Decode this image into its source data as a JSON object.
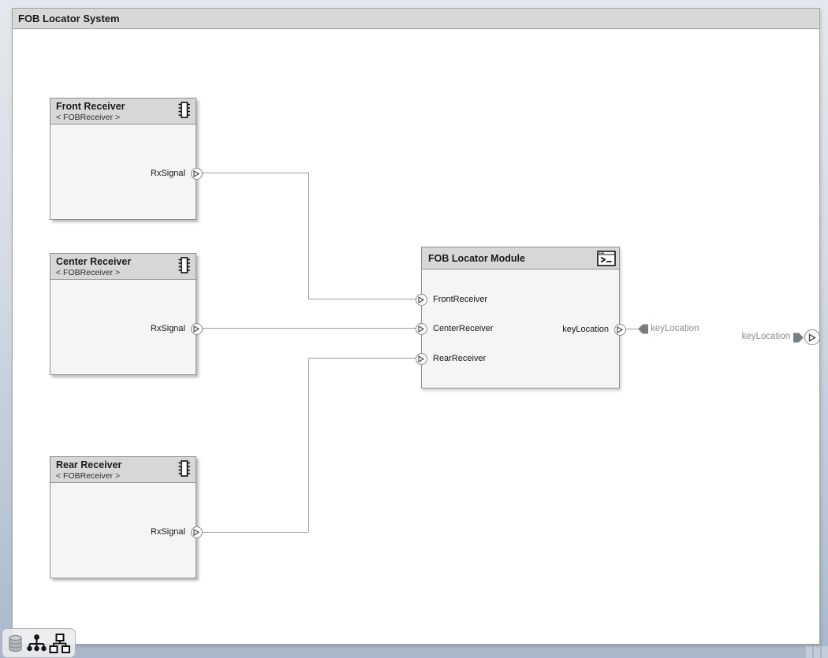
{
  "window": {
    "title": "FOB Locator System"
  },
  "diagram": {
    "components": [
      {
        "title": "Front Receiver",
        "stereotype": "< FOBReceiver >",
        "badge_icon": "chip-icon",
        "ports": {
          "out": "RxSignal"
        }
      },
      {
        "title": "Center Receiver",
        "stereotype": "< FOBReceiver >",
        "badge_icon": "chip-icon",
        "ports": {
          "out": "RxSignal"
        }
      },
      {
        "title": "Rear Receiver",
        "stereotype": "< FOBReceiver >",
        "badge_icon": "chip-icon",
        "ports": {
          "out": "RxSignal"
        }
      },
      {
        "title": "FOB Locator Module",
        "badge_icon": "terminal-icon",
        "ports": {
          "in": [
            "FrontReceiver",
            "CenterReceiver",
            "RearReceiver"
          ],
          "out": "keyLocation"
        }
      }
    ],
    "external_labels": {
      "module_output_tag": "keyLocation",
      "boundary_port": "keyLocation"
    },
    "colors": {
      "canvas_bg": "#ffffff",
      "titlebar_bg": "#d8d8d8",
      "block_header_bg": "#d7d7d7",
      "block_body_bg": "#f5f5f5",
      "block_border": "#8f8f8f",
      "wire": "#999999",
      "gray_label": "#8b8b8b",
      "desktop_top": "#e4e8ee",
      "desktop_bottom": "#a9b8ca"
    }
  },
  "statusbar": {
    "icons": [
      "database-icon",
      "tree-filled-icon",
      "tree-outline-icon"
    ]
  }
}
